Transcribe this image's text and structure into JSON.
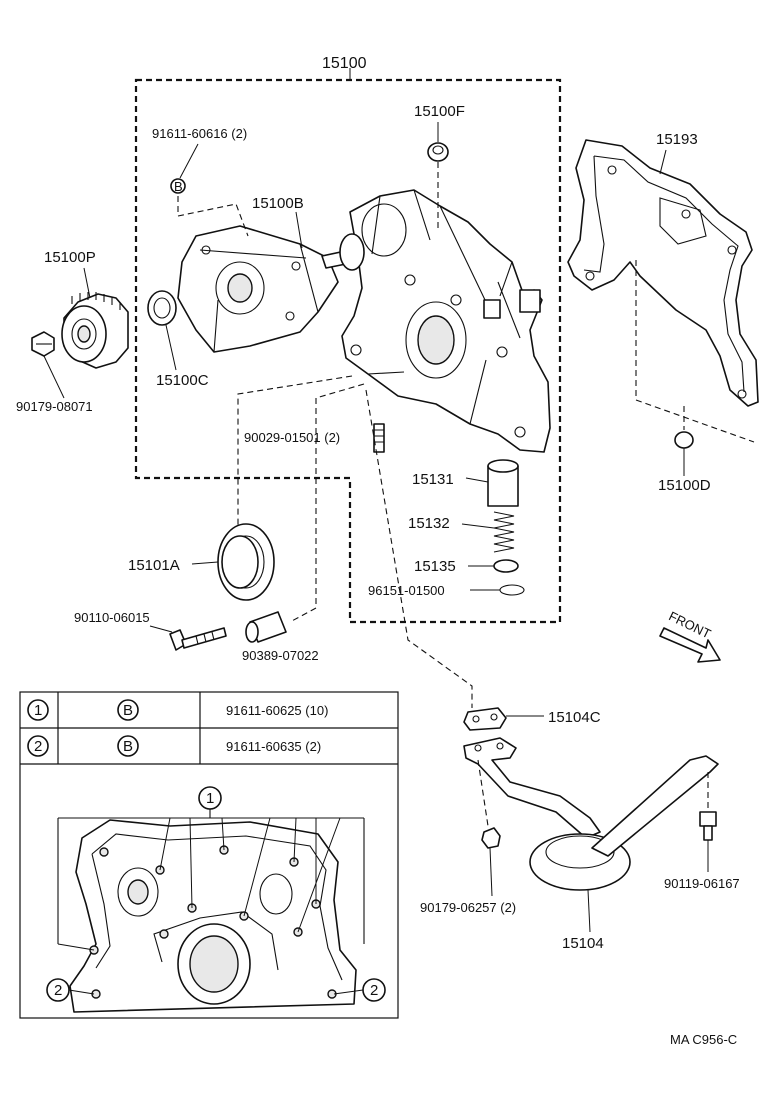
{
  "labels": {
    "assy": "15100",
    "p15100F": "15100F",
    "p91611_60616": "91611-60616 (2)",
    "p15100B": "15100B",
    "p15193": "15193",
    "p15100P": "15100P",
    "p90179_08071": "90179-08071",
    "p15100C": "15100C",
    "p90029_01501": "90029-01501 (2)",
    "p15100D": "15100D",
    "p15131": "15131",
    "p15132": "15132",
    "p15135": "15135",
    "p96151_01500": "96151-01500",
    "p15101A": "15101A",
    "p90110_06015": "90110-06015",
    "p90389_07022": "90389-07022",
    "p15104C": "15104C",
    "p90119_06167": "90119-06167",
    "p90179_06257": "90179-06257 (2)",
    "p15104": "15104",
    "front": "FRONT",
    "drawing_code": "MA C956-C"
  },
  "bolt_table": {
    "rows": [
      {
        "key": "1",
        "type": "B",
        "part": "91611-60625 (10)"
      },
      {
        "key": "2",
        "type": "B",
        "part": "91611-60635 (2)"
      }
    ]
  },
  "callouts": {
    "bolt_b": "B",
    "one": "1",
    "two": "2"
  }
}
